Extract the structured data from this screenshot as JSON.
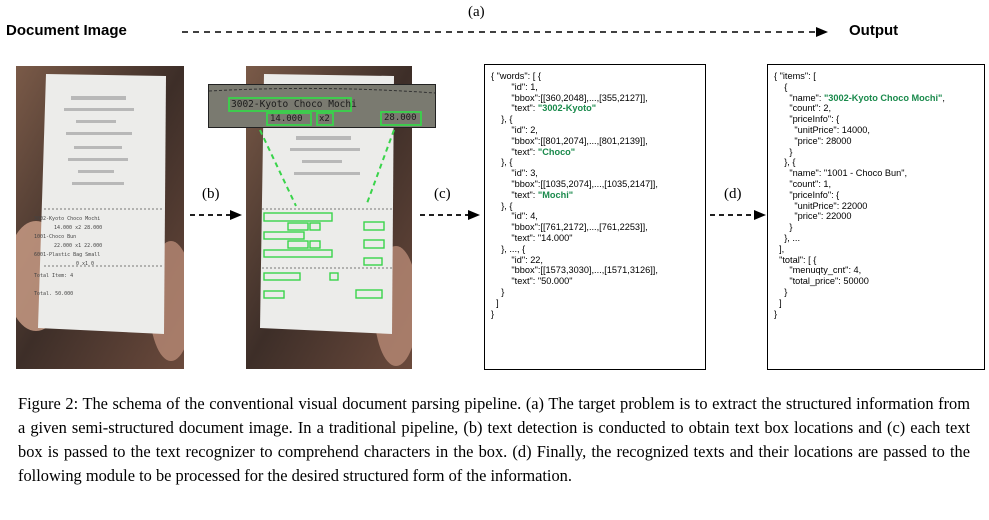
{
  "header": {
    "left_label": "Document Image",
    "right_label": "Output",
    "step_a": "(a)"
  },
  "steps": {
    "b": "(b)",
    "c": "(c)",
    "d": "(d)"
  },
  "receipt": {
    "lines": [
      "3002-Kyoto Choco Mochi",
      "14.000  x2   28.000",
      "1001-Choco Bun",
      "22.000  x1   22.000",
      "6001-Plastic Bag Small",
      "0  x1   0",
      "Total Item:   4",
      "Total.        50.000"
    ]
  },
  "zoom": {
    "line1": "3002-Kyoto Choco Mochi",
    "unit": "14.000",
    "qty": "x2",
    "price": "28.000"
  },
  "words_json": {
    "lines": [
      [
        {
          "t": "{ \"words\": [ {"
        }
      ],
      [
        {
          "t": "        \"id\": 1,"
        }
      ],
      [
        {
          "t": "        \"bbox\":[[360,2048],...,[355,2127]],"
        }
      ],
      [
        {
          "t": "        \"text\": "
        },
        {
          "t": "\"3002-Kyoto\"",
          "hl": true
        }
      ],
      [
        {
          "t": "    }, {"
        }
      ],
      [
        {
          "t": "        \"id\": 2,"
        }
      ],
      [
        {
          "t": "        \"bbox\":[[801,2074],...,[801,2139]],"
        }
      ],
      [
        {
          "t": "        \"text\": "
        },
        {
          "t": "\"Choco\"",
          "hl": true
        }
      ],
      [
        {
          "t": "    }, {"
        }
      ],
      [
        {
          "t": "        \"id\": 3,"
        }
      ],
      [
        {
          "t": "        \"bbox\":[[1035,2074],...,[1035,2147]],"
        }
      ],
      [
        {
          "t": "        \"text\": "
        },
        {
          "t": "\"Mochi\"",
          "hl": true
        }
      ],
      [
        {
          "t": "    }, {"
        }
      ],
      [
        {
          "t": "        \"id\": 4,"
        }
      ],
      [
        {
          "t": "        \"bbox\":[[761,2172],...,[761,2253]],"
        }
      ],
      [
        {
          "t": "        \"text\": \"14.000\""
        }
      ],
      [
        {
          "t": "    }, ..., {"
        }
      ],
      [
        {
          "t": "        \"id\": 22,"
        }
      ],
      [
        {
          "t": "        \"bbox\":[[1573,3030],...,[1571,3126]],"
        }
      ],
      [
        {
          "t": "        \"text\": \"50.000\""
        }
      ],
      [
        {
          "t": "    }"
        }
      ],
      [
        {
          "t": "  ]"
        }
      ],
      [
        {
          "t": "}"
        }
      ]
    ]
  },
  "output_json": {
    "lines": [
      [
        {
          "t": "{ \"items\": ["
        }
      ],
      [
        {
          "t": "    {"
        }
      ],
      [
        {
          "t": "      \"name\": "
        },
        {
          "t": "\"3002-Kyoto Choco Mochi\"",
          "hl": true
        },
        {
          "t": ","
        }
      ],
      [
        {
          "t": "      \"count\": 2,"
        }
      ],
      [
        {
          "t": "      \"priceInfo\": {"
        }
      ],
      [
        {
          "t": "        \"unitPrice\": 14000,"
        }
      ],
      [
        {
          "t": "        \"price\": 28000"
        }
      ],
      [
        {
          "t": "      }"
        }
      ],
      [
        {
          "t": "    }, {"
        }
      ],
      [
        {
          "t": "      \"name\": \"1001 - Choco Bun\","
        }
      ],
      [
        {
          "t": "      \"count\": 1,"
        }
      ],
      [
        {
          "t": "      \"priceInfo\": {"
        }
      ],
      [
        {
          "t": "        \"unitPrice\": 22000"
        }
      ],
      [
        {
          "t": "        \"price\": 22000"
        }
      ],
      [
        {
          "t": "      }"
        }
      ],
      [
        {
          "t": "    }, ..."
        }
      ],
      [
        {
          "t": "  ],"
        }
      ],
      [
        {
          "t": "  \"total\": [ {"
        }
      ],
      [
        {
          "t": "      \"menuqty_cnt\": 4,"
        }
      ],
      [
        {
          "t": "      \"total_price\": 50000"
        }
      ],
      [
        {
          "t": "    }"
        }
      ],
      [
        {
          "t": "  ]"
        }
      ],
      [
        {
          "t": "}"
        }
      ]
    ]
  },
  "caption": "Figure 2: The schema of the conventional visual document parsing pipeline. (a) The target problem is to extract the structured information from a given semi-structured document image. In a traditional pipeline, (b) text detection is conducted to obtain text box locations and (c) each text box is passed to the text recognizer to comprehend characters in the box. (d) Finally, the recognized texts and their locations are passed to the following module to be processed for the desired structured form of the information.",
  "colors": {
    "highlight": "#1a8a4c",
    "bbox": "#39d44a"
  }
}
